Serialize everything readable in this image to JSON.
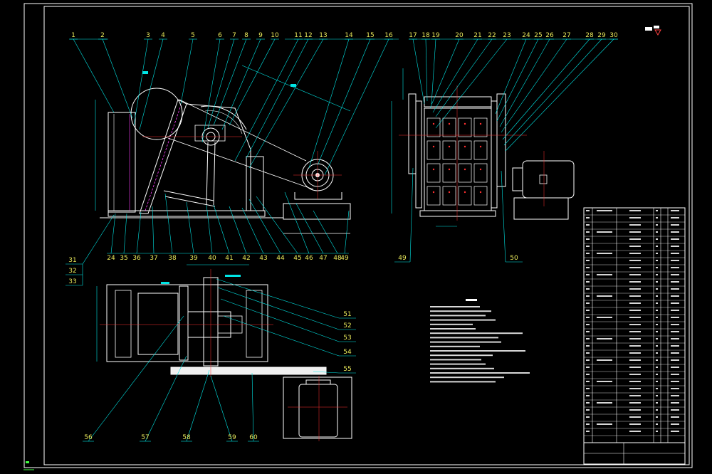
{
  "drawing": {
    "top_balloons": [
      "1",
      "2",
      "3",
      "4",
      "5",
      "6",
      "7",
      "8",
      "9",
      "10",
      "11",
      "12",
      "13",
      "14",
      "15",
      "16",
      "17",
      "18",
      "19",
      "20",
      "21",
      "22",
      "23",
      "24",
      "25",
      "26",
      "27",
      "28",
      "29",
      "30"
    ],
    "bottom_balloons": [
      "24",
      "35",
      "36",
      "37",
      "38",
      "39",
      "40",
      "41",
      "42",
      "43",
      "44",
      "45",
      "46",
      "47",
      "48",
      "49"
    ],
    "left_balloons": [
      "31",
      "32",
      "33"
    ],
    "right_balloons": [
      "51",
      "52",
      "53",
      "54",
      "55"
    ],
    "lower_balloons": [
      "56",
      "57",
      "58",
      "59",
      "60"
    ],
    "side_view_balloons": [
      "49",
      "50"
    ]
  },
  "colors": {
    "background": "#000000",
    "frame": "#ffffff",
    "leader": "#00e5e5",
    "balloon_text": "#e8e85a",
    "centerline": "#ff3030",
    "part_line": "#ffffff",
    "accent_magenta": "#ff40ff",
    "accent_green": "#40ff40"
  }
}
